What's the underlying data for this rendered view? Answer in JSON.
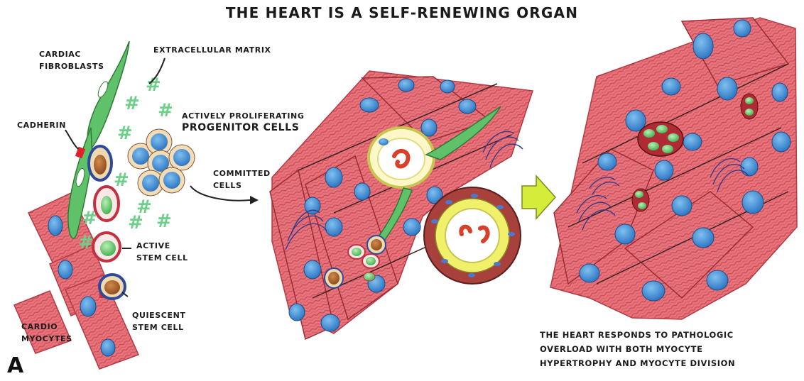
{
  "title": "THE HEART IS A SELF-RENEWING ORGAN",
  "panel_letter": "A",
  "labels": {
    "cardiac_fibroblasts": [
      "CARDIAC",
      "FIBROBLASTS"
    ],
    "extracellular_matrix": "EXTRACELLULAR MATRIX",
    "cadherin": "CADHERIN",
    "progenitor": [
      "ACTIVELY PROLIFERATING",
      "PROGENITOR CELLS"
    ],
    "committed": [
      "COMMITTED",
      "CELLS"
    ],
    "active_stem": [
      "ACTIVE",
      "STEM CELL"
    ],
    "quiescent_stem": [
      "QUIESCENT",
      "STEM CELL"
    ],
    "cardio_myocytes": [
      "CARDIO",
      "MYOCYTES"
    ]
  },
  "caption": [
    "THE HEART RESPONDS TO PATHOLOGIC",
    "OVERLOAD WITH BOTH MYOCYTE",
    "HYPERTROPHY AND MYOCYTE DIVISION"
  ],
  "colors": {
    "myocyte": "#e8737a",
    "myocyte_edge": "#b23a44",
    "striation": "#c94a56",
    "nucleus": "#3c8fd6",
    "fibroblast": "#5fc26a",
    "matrix": "#6dcf8a",
    "stem_ring_dark": "#2e4a9c",
    "stem_ring_red": "#c43040",
    "cadherin": "#e0202a",
    "vessel_outer": "#a8403c",
    "vessel_yellow": "#f0f06a",
    "arrow": "#d6ec3a"
  }
}
